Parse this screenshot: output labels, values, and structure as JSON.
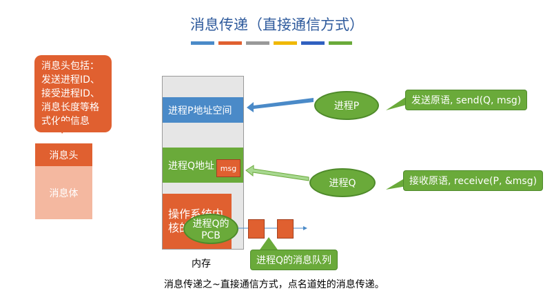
{
  "title": "消息传递（直接通信方式）",
  "title_bar_colors": [
    "#4a8ac8",
    "#e06030",
    "#999999",
    "#f0b800",
    "#3060c0",
    "#6aaa3a"
  ],
  "header_note": "消息头包括：发送进程ID、接受进程ID、消息长度等格式化的信息",
  "message": {
    "head": "消息头",
    "body": "消息体"
  },
  "memory": {
    "p_space": "进程P地址空间",
    "q_space": "进程Q地址",
    "msg": "msg",
    "kernel": "操作系统内核的",
    "label": "内存"
  },
  "pcb": "进程Q的PCB",
  "process_p": "进程P",
  "process_q": "进程Q",
  "send_prim": "发送原语, send(Q, msg)",
  "recv_prim": "接收原语, receive(P, &msg)",
  "queue_label": "进程Q的消息队列",
  "subtitle": "消息传递之~直接通信方式，点名道姓的消息传递。"
}
